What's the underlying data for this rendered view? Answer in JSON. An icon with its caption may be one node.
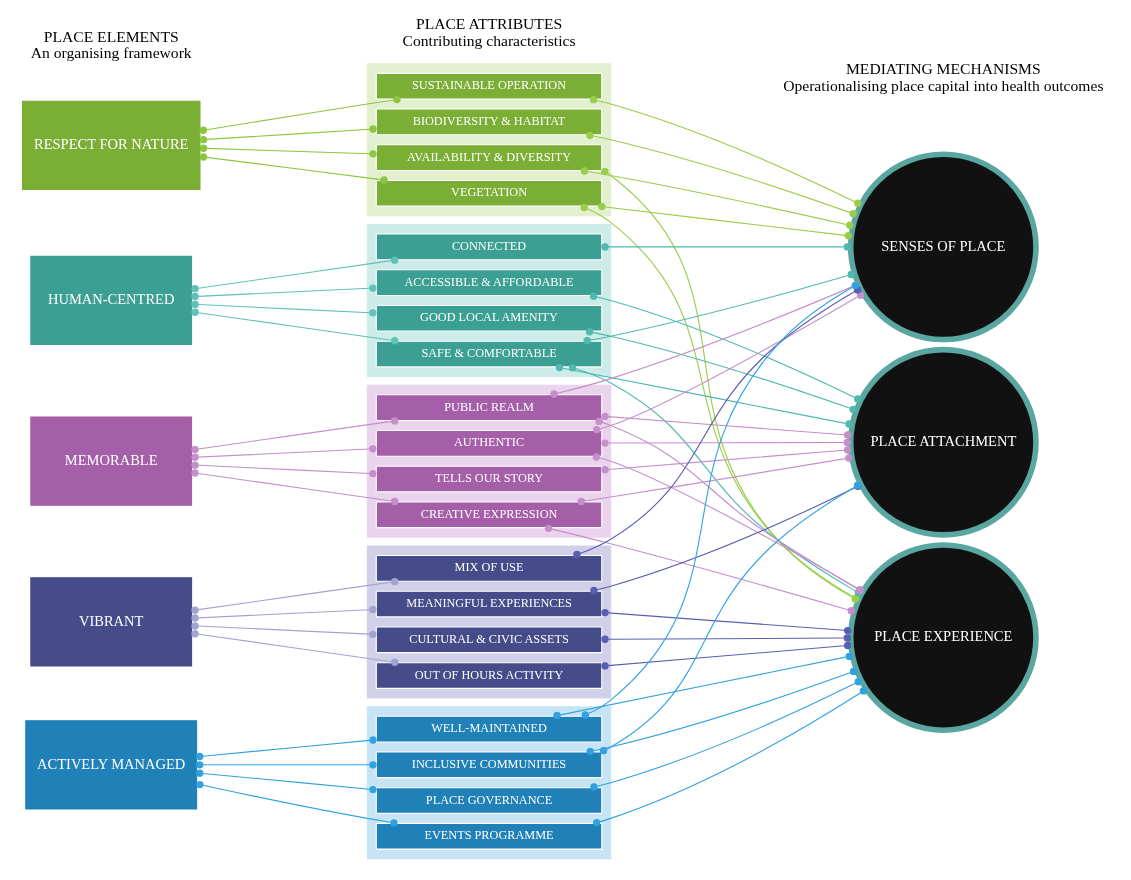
{
  "diagram": {
    "nodes": [
      {
        "text": [
          "RESPECT FOR NATURE"
        ]
      },
      {
        "text": [],
        "shape": "box"
      },
      {
        "text": [
          "AVAILABILITY & DIVERSITY"
        ],
        "in": 1
      },
      {
        "text": [
          "BIODIVERSITY & HABITAT"
        ],
        "in": 1
      },
      {
        "text": [
          "VEGETATION"
        ],
        "in": 1
      },
      {
        "text": [
          "SUSTAINABLE OPERATION"
        ],
        "in": 1
      },
      {
        "text": [
          "HUMAN-CENTRED"
        ]
      },
      {
        "text": [],
        "shape": "box"
      },
      {
        "text": [
          "CONNECTED"
        ],
        "in": 7
      },
      {
        "text": [
          "SAFE & COMFORTABLE"
        ],
        "in": 7
      },
      {
        "text": [
          "GOOD LOCAL AMENITY"
        ],
        "in": 7
      },
      {
        "text": [
          "ACCESSIBLE & AFFORDABLE"
        ],
        "in": 7
      },
      {
        "text": [
          "MEMORABLE"
        ]
      },
      {
        "text": [],
        "shape": "box"
      },
      {
        "text": [
          "AUTHENTIC"
        ],
        "in": 13
      },
      {
        "text": [
          "PUBLIC REALM"
        ],
        "in": 13
      },
      {
        "text": [
          "CREATIVE EXPRESSION"
        ],
        "in": 13
      },
      {
        "text": [
          "TELLS OUR STORY"
        ],
        "in": 13
      },
      {
        "text": [
          "VIBRANT"
        ]
      },
      {
        "text": [],
        "shape": "box"
      },
      {
        "text": [
          "MIX OF USE"
        ],
        "in": 19
      },
      {
        "text": [
          "OUT OF HOURS ACTIVITY"
        ],
        "in": 19
      },
      {
        "text": [
          "CULTURAL & CIVIC ASSETS"
        ],
        "in": 19
      },
      {
        "text": [
          "MEANINGFUL EXPERIENCES"
        ],
        "in": 19
      },
      {
        "text": [
          "ACTIVELY MANAGED"
        ]
      },
      {
        "text": [],
        "shape": "box"
      },
      {
        "text": [
          "WELL-MAINTAINED"
        ],
        "in": 25
      },
      {
        "text": [
          "EVENTS PROGRAMME"
        ],
        "in": 25
      },
      {
        "text": [
          "PLACE GOVERNANCE"
        ],
        "in": 25
      },
      {
        "text": [
          "INCLUSIVE COMMUNITIES"
        ],
        "in": 25
      },
      {
        "text": [
          "SENSES OF PLACE"
        ]
      },
      {
        "text": [
          "PLACE ATTACHMENT"
        ]
      },
      {
        "text": [
          "PLACE EXPERIENCE"
        ]
      }
    ],
    "edges": [
      {
        "from": 0,
        "to": 2,
        "arrow": "other",
        "color": "#8cc63f"
      },
      {
        "from": 0,
        "to": 3,
        "arrow": "other",
        "color": "#8cc63f"
      },
      {
        "from": 0,
        "to": 4,
        "arrow": "other",
        "color": "#8cc63f"
      },
      {
        "from": 0,
        "to": 5,
        "arrow": "other",
        "color": "#8cc63f"
      },
      {
        "from": 6,
        "to": 8,
        "arrow": "other",
        "color": "#5ec2b7"
      },
      {
        "from": 6,
        "to": 9,
        "arrow": "other",
        "color": "#5ec2b7"
      },
      {
        "from": 6,
        "to": 10,
        "arrow": "other",
        "color": "#5ec2b7"
      },
      {
        "from": 6,
        "to": 11,
        "arrow": "other",
        "color": "#5ec2b7"
      },
      {
        "from": 12,
        "to": 14,
        "arrow": "other",
        "color": "#c48fca"
      },
      {
        "from": 12,
        "to": 15,
        "arrow": "other",
        "color": "#c48fca"
      },
      {
        "from": 12,
        "to": 16,
        "arrow": "other",
        "color": "#c48fca"
      },
      {
        "from": 12,
        "to": 17,
        "arrow": "other",
        "color": "#c48fca"
      },
      {
        "from": 18,
        "to": 20,
        "arrow": "other",
        "color": "#a3a3d1"
      },
      {
        "from": 18,
        "to": 21,
        "arrow": "other",
        "color": "#a3a3d1"
      },
      {
        "from": 18,
        "to": 22,
        "arrow": "other",
        "color": "#a3a3d1"
      },
      {
        "from": 18,
        "to": 23,
        "arrow": "other",
        "color": "#a3a3d1"
      },
      {
        "from": 24,
        "to": 26,
        "arrow": "other",
        "color": "#31a2e0"
      },
      {
        "from": 24,
        "to": 27,
        "arrow": "other",
        "color": "#31a2e0"
      },
      {
        "from": 24,
        "to": 28,
        "arrow": "other",
        "color": "#31a2e0"
      },
      {
        "from": 24,
        "to": 29,
        "arrow": "other",
        "color": "#31a2e0"
      },
      {
        "from": 2,
        "to": 30,
        "arrow": "other",
        "color": "#9acd4a"
      },
      {
        "from": 2,
        "to": 32,
        "arrow": "other",
        "color": "#9acd4a"
      },
      {
        "from": 3,
        "to": 30,
        "arrow": "other",
        "color": "#9acd4a"
      },
      {
        "from": 4,
        "to": 30,
        "arrow": "other",
        "color": "#9acd4a"
      },
      {
        "from": 4,
        "to": 32,
        "arrow": "other",
        "color": "#9acd4a"
      },
      {
        "from": 5,
        "to": 30,
        "arrow": "other",
        "color": "#9acd4a"
      },
      {
        "from": 8,
        "to": 30,
        "arrow": "other",
        "color": "#4fb9b0"
      },
      {
        "from": 9,
        "to": 30,
        "arrow": "other",
        "color": "#4fb9b0"
      },
      {
        "from": 9,
        "to": 31,
        "arrow": "other",
        "color": "#4fb9b0"
      },
      {
        "from": 9,
        "to": 32,
        "arrow": "other",
        "color": "#4fb9b0"
      },
      {
        "from": 10,
        "to": 31,
        "arrow": "other",
        "color": "#4fb9b0"
      },
      {
        "from": 11,
        "to": 31,
        "arrow": "other",
        "color": "#4fb9b0"
      },
      {
        "from": 14,
        "to": 30,
        "arrow": "other",
        "color": "#c48fca"
      },
      {
        "from": 14,
        "to": 31,
        "arrow": "other",
        "color": "#c48fca"
      },
      {
        "from": 14,
        "to": 32,
        "arrow": "other",
        "color": "#c48fca"
      },
      {
        "from": 15,
        "to": 30,
        "arrow": "other",
        "color": "#c48fca"
      },
      {
        "from": 15,
        "to": 31,
        "arrow": "other",
        "color": "#c48fca"
      },
      {
        "from": 15,
        "to": 32,
        "arrow": "other",
        "color": "#c48fca"
      },
      {
        "from": 16,
        "to": 31,
        "arrow": "other",
        "color": "#c48fca"
      },
      {
        "from": 16,
        "to": 32,
        "arrow": "other",
        "color": "#c48fca"
      },
      {
        "from": 17,
        "to": 31,
        "arrow": "other",
        "color": "#c48fca"
      },
      {
        "from": 20,
        "to": 30,
        "arrow": "other",
        "color": "#5a5eb0"
      },
      {
        "from": 21,
        "to": 32,
        "arrow": "other",
        "color": "#5a5eb0"
      },
      {
        "from": 22,
        "to": 32,
        "arrow": "other",
        "color": "#5a5eb0"
      },
      {
        "from": 23,
        "to": 31,
        "arrow": "other",
        "color": "#5a5eb0"
      },
      {
        "from": 23,
        "to": 32,
        "arrow": "other",
        "color": "#5a5eb0"
      },
      {
        "from": 26,
        "to": 30,
        "arrow": "other",
        "color": "#31a2e0"
      },
      {
        "from": 26,
        "to": 32,
        "arrow": "other",
        "color": "#31a2e0"
      },
      {
        "from": 27,
        "to": 32,
        "arrow": "other",
        "color": "#31a2e0"
      },
      {
        "from": 28,
        "to": 32,
        "arrow": "other",
        "color": "#31a2e0"
      },
      {
        "from": 29,
        "to": 31,
        "arrow": "other",
        "color": "#31a2e0"
      },
      {
        "from": 29,
        "to": 32,
        "arrow": "other",
        "color": "#31a2e0"
      }
    ],
    "labels": [
      "PLACE ELEMENTS",
      "An organising framework",
      "PLACE ATTRIBUTES",
      "Contributing characteristics",
      "MEDIATING MECHANISMS",
      "Operationalising place capital into health outcomes"
    ]
  }
}
